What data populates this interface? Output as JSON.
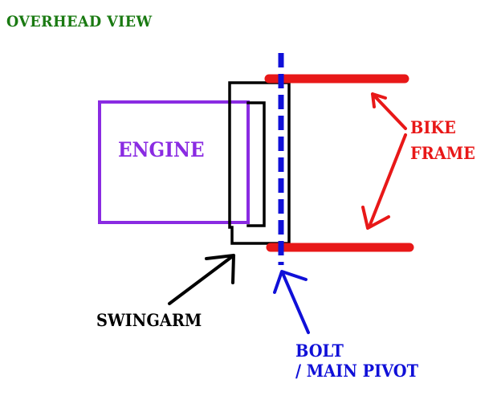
{
  "title": "OVERHEAD VIEW",
  "labels": {
    "engine": "ENGINE",
    "frame_line1": "BIKE",
    "frame_line2": "FRAME",
    "swingarm": "SWINGARM",
    "bolt_line1": "BOLT",
    "bolt_line2": "/ MAIN PIVOT"
  },
  "colors": {
    "title": "#1a7a12",
    "engine": "#8a2be2",
    "frame": "#e81818",
    "swingarm": "#000000",
    "bolt": "#1010d8",
    "background": "#ffffff"
  }
}
